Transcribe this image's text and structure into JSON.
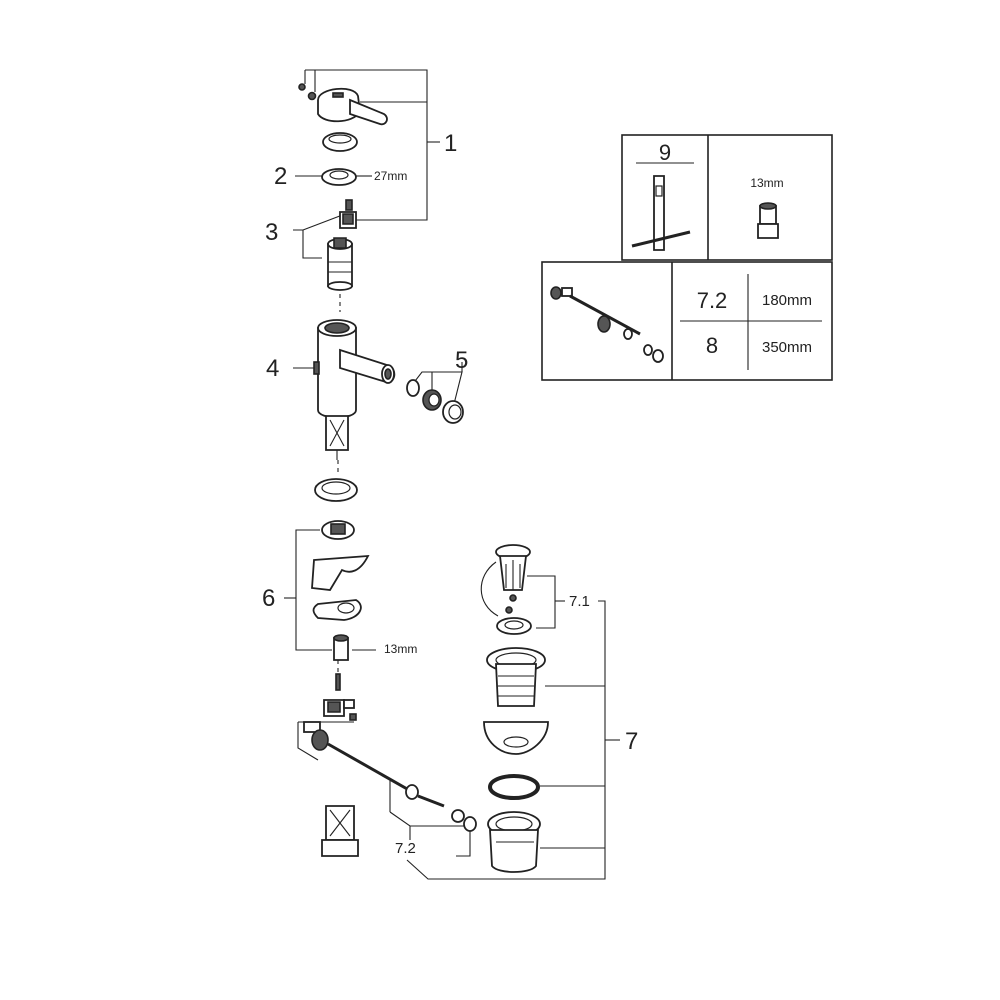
{
  "callouts": {
    "c1": "1",
    "c2": "2",
    "c3": "3",
    "c4": "4",
    "c5": "5",
    "c6": "6",
    "c7": "7",
    "c71": "7.1",
    "c72": "7.2"
  },
  "dimensions": {
    "d27": "27mm",
    "d13a": "13mm",
    "d13b": "13mm"
  },
  "tool_box": {
    "num": "9"
  },
  "rod_table": {
    "r1_num": "7.2",
    "r1_len": "180mm",
    "r2_num": "8",
    "r2_len": "350mm"
  }
}
